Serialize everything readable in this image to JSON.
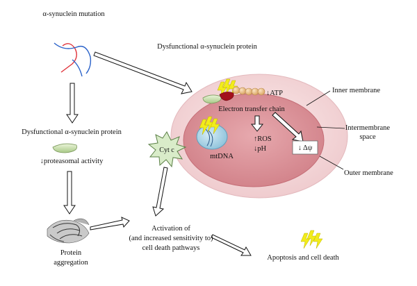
{
  "labels": {
    "mutation": "α-synuclein mutation",
    "dysfunctional_top": "Dysfunctional α-synuclein protein",
    "dysfunctional_left": "Dysfunctional α-synuclein protein",
    "proteasomal": "↓proteasomal activity",
    "protein_aggregation_1": "Protein",
    "protein_aggregation_2": "aggregation",
    "atp": "↓ATP",
    "etc": "Electron transfer chain",
    "ros": "↑ROS",
    "ph": "↓pH",
    "delta_psi": "↓ Δψ",
    "mtdna": "mtDNA",
    "cyt_c": "Cyt c",
    "inner_membrane": "Inner membrane",
    "intermembrane_1": "Intermembrane",
    "intermembrane_2": "space",
    "outer_membrane": "Outer membrane",
    "activation_1": "Activation of",
    "activation_2": "(and increased sensitivity to)",
    "activation_3": "cell death pathways",
    "apoptosis": "Apoptosis and cell death"
  },
  "colors": {
    "outer_membrane": "#f3d4d6",
    "inner_matrix": "#d88d94",
    "mtdna": "#a9d3e6",
    "cyt_c": "#d9ecc9",
    "protein": "#c9dfa8",
    "beads": "#e6b474",
    "lightning": "#f2ec1a",
    "strand_red": "#e0323a",
    "strand_blue": "#2a62c9"
  }
}
